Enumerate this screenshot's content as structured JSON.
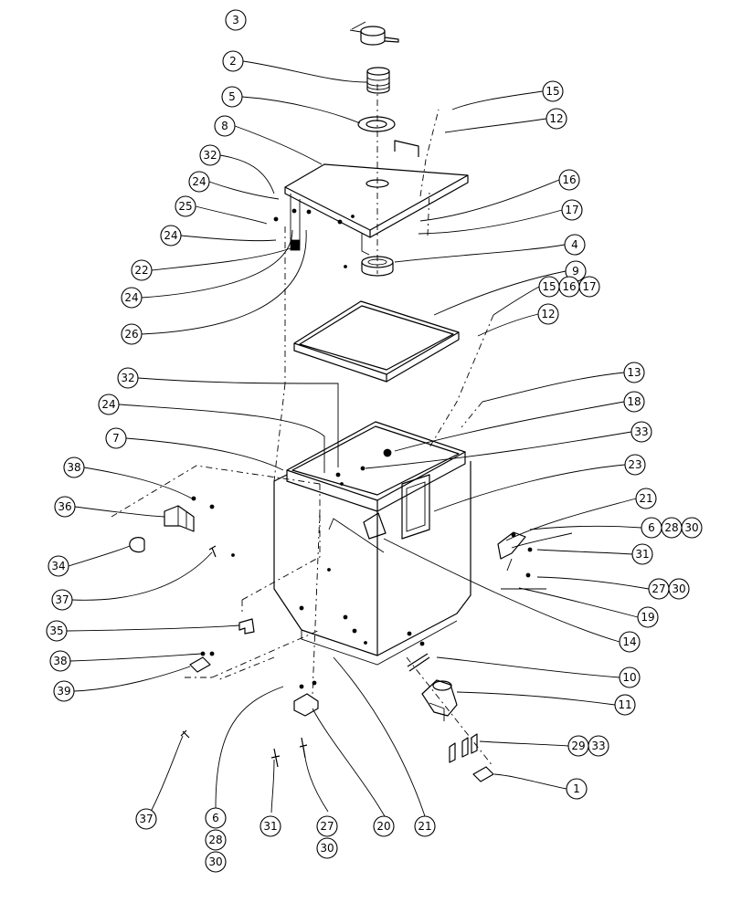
{
  "diagram": {
    "type": "exploded-parts-view",
    "labels": {
      "b1": "1",
      "b2": "2",
      "b3": "3",
      "b4": "4",
      "b5": "5",
      "b6": "6",
      "b6b": "6",
      "b7": "7",
      "b8": "8",
      "b9": "9",
      "b10": "10",
      "b11": "11",
      "b12": "12",
      "b12b": "12",
      "b13": "13",
      "b14": "14",
      "b15": "15",
      "b15b": "15",
      "b16": "16",
      "b16b": "16",
      "b17": "17",
      "b17b": "17",
      "b18": "18",
      "b19": "19",
      "b20": "20",
      "b21": "21",
      "b21b": "21",
      "b22": "22",
      "b23": "23",
      "b24a": "24",
      "b24b": "24",
      "b24c": "24",
      "b24d": "24",
      "b25": "25",
      "b26": "26",
      "b27": "27",
      "b27b": "27",
      "b28": "28",
      "b28b": "28",
      "b29": "29",
      "b30": "30",
      "b30b": "30",
      "b30c": "30",
      "b30d": "30",
      "b31": "31",
      "b31b": "31",
      "b32a": "32",
      "b32b": "32",
      "b33": "33",
      "b33b": "33",
      "b34": "34",
      "b35": "35",
      "b36": "36",
      "b37": "37",
      "b37b": "37",
      "b38": "38",
      "b38b": "38",
      "b39": "39"
    }
  }
}
